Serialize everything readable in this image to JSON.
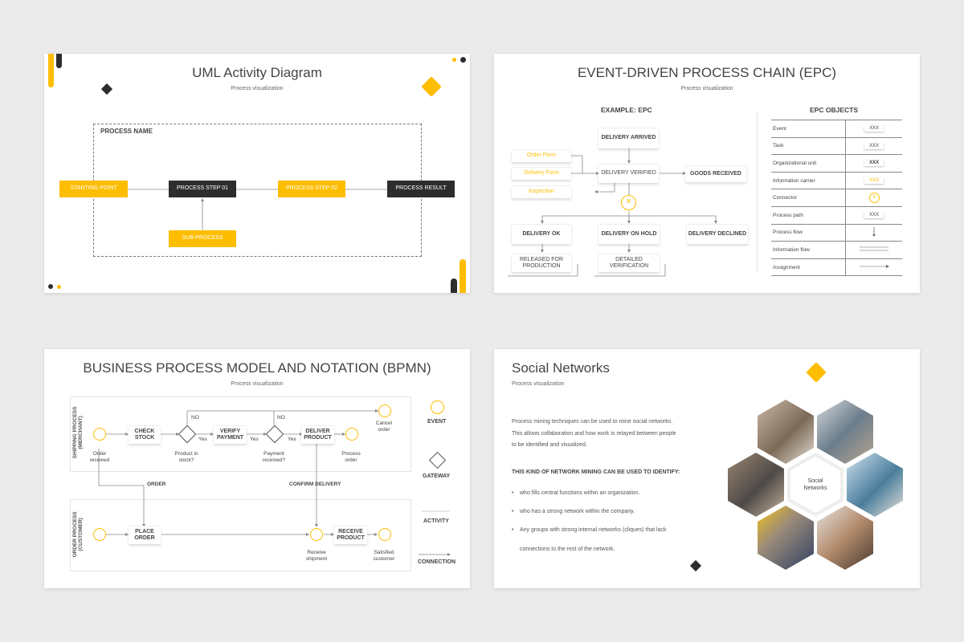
{
  "colors": {
    "accent": "#fdbd00",
    "dark": "#2d2d2d",
    "bg": "#ebebec"
  },
  "uml": {
    "title": "UML Activity Diagram",
    "subtitle": "Process visualization",
    "process_name": "PROCESS NAME",
    "starting_point": "STARTING POINT",
    "step1": "PROCESS STEP 01",
    "step2": "PROCESS STEP 02",
    "result": "PROCESS RESULT",
    "subprocess": "SUB-PROCESS"
  },
  "epc": {
    "title": "EVENT-DRIVEN PROCESS CHAIN (EPC)",
    "subtitle": "Process visualization",
    "example_heading": "EXAMPLE: EPC",
    "objects_heading": "EPC OBJECTS",
    "delivery_arrived": "DELIVERY ARRIVED",
    "order_form": "Order Form",
    "delivery_form": "Delivery Form",
    "inspection": "Inspection",
    "delivery_verified": "DELIVERY VERIFIED",
    "goods_received": "GOODS RECEIVED",
    "connector": "X",
    "delivery_ok": "DELIVERY OK",
    "delivery_on_hold": "DELIVERY ON HOLD",
    "delivery_declined": "DELIVERY DECLINED",
    "released": "RELEASED FOR PRODUCTION",
    "detailed": "DETAILED VERIFICATION",
    "objects": [
      {
        "label": "Event",
        "sample": "XXX"
      },
      {
        "label": "Task",
        "sample": "XXX"
      },
      {
        "label": "Organizational unit",
        "sample": "XXX"
      },
      {
        "label": "Information carrier",
        "sample": "XXX"
      },
      {
        "label": "Connector",
        "sample": "X"
      },
      {
        "label": "Process path",
        "sample": "XXX"
      },
      {
        "label": "Process flow",
        "sample": ""
      },
      {
        "label": "Information flow",
        "sample": ""
      },
      {
        "label": "Assignment",
        "sample": ""
      }
    ]
  },
  "bpmn": {
    "title": "BUSINESS PROCESS MODEL AND NOTATION (BPMN)",
    "subtitle": "Process visualization",
    "lane1": "SHIPPING PROCESS (MERCHANT)",
    "lane2": "ORDER PROCESS (CUSTOMER)",
    "order_received": "Order received",
    "check_stock": "CHECK STOCK",
    "product_in_stock": "Product in stock?",
    "verify_payment": "VERIFY PAYMENT",
    "payment_received": "Payment received?",
    "deliver_product": "DELIVER PRODUCT",
    "process_order": "Process order",
    "cancel_order": "Cancel order",
    "no1": "NO",
    "no2": "NO",
    "yes1": "Yes",
    "yes2": "Yes",
    "yes3": "Yes",
    "order_flow": "ORDER",
    "confirm_delivery": "CONFIRM DELIVERY",
    "place_order": "PLACE ORDER",
    "receive_shipment": "Receive shipment",
    "receive_product": "RECEIVE PRODUCT",
    "satisfied_customer": "Satisfied customer",
    "legend": {
      "event": "EVENT",
      "gateway": "GATEWAY",
      "activity": "ACTIVITY",
      "connection": "CONNECTION"
    }
  },
  "social": {
    "title": "Social Networks",
    "subtitle": "Process visualization",
    "paragraph_line1": "Process mining techniques can be used to mine social networks.",
    "paragraph_line2": "This allows collaboration and how work is relayed between people",
    "paragraph_line3": "to be identified and visualized.",
    "heading": "THIS KIND OF NETWORK MINING CAN BE USED TO IDENTIFY:",
    "bullet1": "who fills central functions within an organization.",
    "bullet2": "who has a strong network within the company.",
    "bullet3": "Any groups with strong internal networks (cliques) that lack",
    "bullet3_cont": "connections to the rest of the network.",
    "center_line1": "Social",
    "center_line2": "Networks"
  }
}
